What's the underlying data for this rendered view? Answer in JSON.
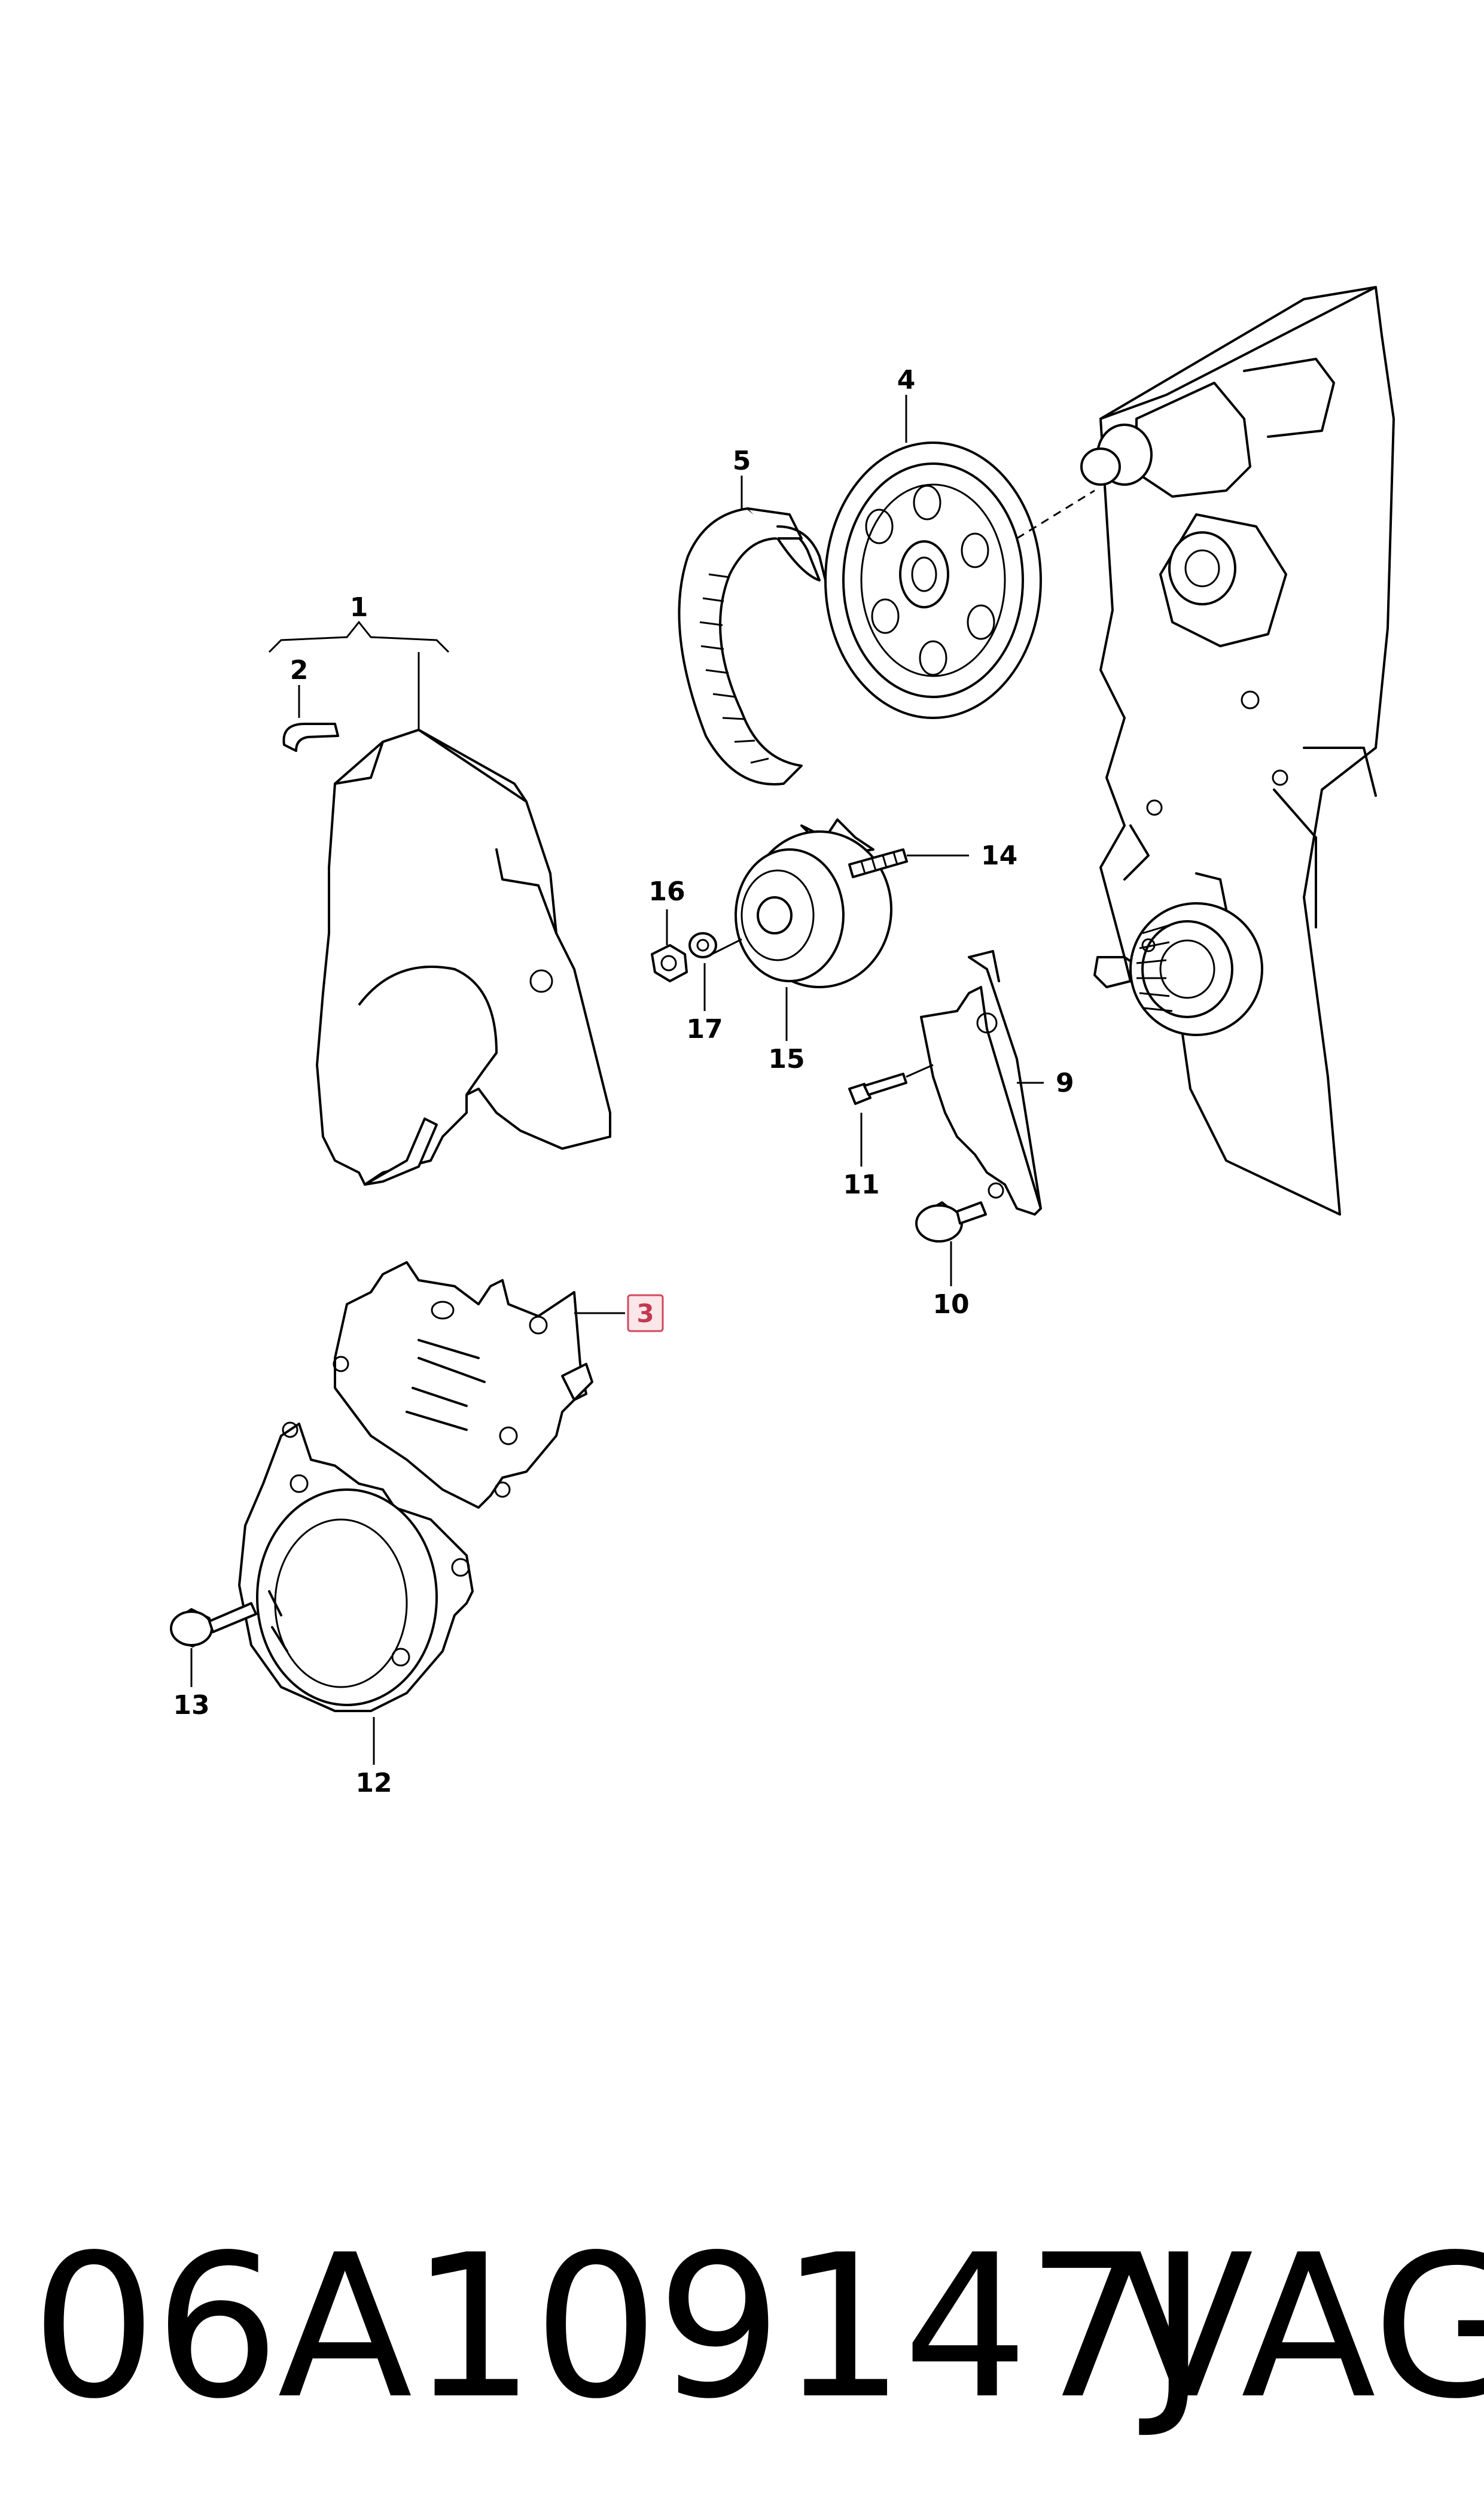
{
  "callouts": {
    "c1": "1",
    "c2": "2",
    "c3": "3",
    "c4": "4",
    "c5": "5",
    "c9": "9",
    "c10": "10",
    "c11": "11",
    "c12": "12",
    "c13": "13",
    "c14": "14",
    "c15": "15",
    "c16": "16",
    "c17": "17"
  },
  "highlighted_callout": "3",
  "colors": {
    "highlight_stroke": "#d2495e",
    "highlight_fill": "#fbe6ea",
    "line": "#000000"
  },
  "footer": {
    "part_number": "06A109147J",
    "brand": "VAG"
  }
}
